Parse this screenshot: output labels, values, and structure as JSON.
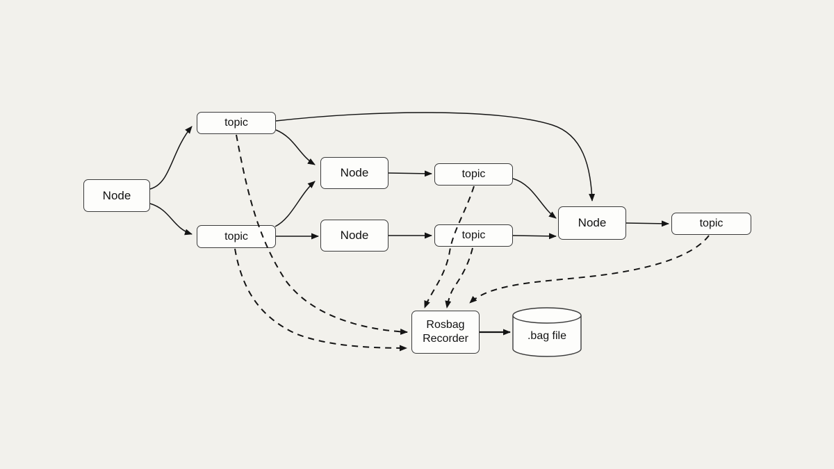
{
  "boxes": {
    "node_left": "Node",
    "topic_top": "topic",
    "topic_mid_left": "topic",
    "node_upper_mid": "Node",
    "node_lower_mid": "Node",
    "topic_upper_mid": "topic",
    "topic_lower_mid": "topic",
    "node_right": "Node",
    "topic_right": "topic",
    "rosbag_recorder": "Rosbag\nRecorder",
    "bag_file": ".bag file"
  },
  "edges": [
    {
      "from": "node_left",
      "to": "topic_top",
      "style": "solid"
    },
    {
      "from": "node_left",
      "to": "topic_mid_left",
      "style": "solid"
    },
    {
      "from": "topic_top",
      "to": "node_upper_mid",
      "style": "solid"
    },
    {
      "from": "topic_top",
      "to": "node_right",
      "style": "solid"
    },
    {
      "from": "topic_mid_left",
      "to": "node_upper_mid",
      "style": "solid"
    },
    {
      "from": "topic_mid_left",
      "to": "node_lower_mid",
      "style": "solid"
    },
    {
      "from": "node_upper_mid",
      "to": "topic_upper_mid",
      "style": "solid"
    },
    {
      "from": "node_lower_mid",
      "to": "topic_lower_mid",
      "style": "solid"
    },
    {
      "from": "topic_upper_mid",
      "to": "node_right",
      "style": "solid"
    },
    {
      "from": "topic_lower_mid",
      "to": "node_right",
      "style": "solid"
    },
    {
      "from": "node_right",
      "to": "topic_right",
      "style": "solid"
    },
    {
      "from": "rosbag_recorder",
      "to": "bag_file",
      "style": "solid"
    },
    {
      "from": "topic_top",
      "to": "rosbag_recorder",
      "style": "dashed"
    },
    {
      "from": "topic_mid_left",
      "to": "rosbag_recorder",
      "style": "dashed"
    },
    {
      "from": "topic_upper_mid",
      "to": "rosbag_recorder",
      "style": "dashed"
    },
    {
      "from": "topic_lower_mid",
      "to": "rosbag_recorder",
      "style": "dashed"
    },
    {
      "from": "topic_right",
      "to": "rosbag_recorder",
      "style": "dashed"
    }
  ],
  "colors": {
    "background": "#f2f1ec",
    "box_fill": "#fdfdfb",
    "box_border": "#3a3a3a",
    "edge": "#141414",
    "text": "#111111"
  }
}
